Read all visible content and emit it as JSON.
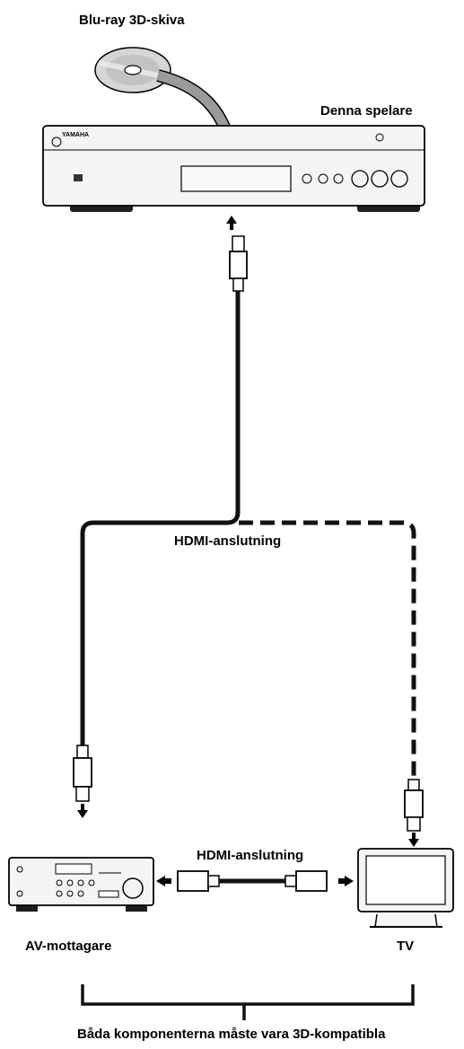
{
  "labels": {
    "disc": "Blu-ray 3D-skiva",
    "player": "Denna spelare",
    "hdmi_top": "HDMI-anslutning",
    "hdmi_bottom": "HDMI-anslutning",
    "receiver": "AV-mottagare",
    "tv": "TV",
    "requirement": "Båda komponenterna måste vara 3D-kompatibla"
  },
  "device_text": {
    "brand": "YAMAHA"
  },
  "colors": {
    "cable": "#111111",
    "device_body": "#f4f4f4",
    "outline": "#000000",
    "disc": "#c8c8c8"
  }
}
